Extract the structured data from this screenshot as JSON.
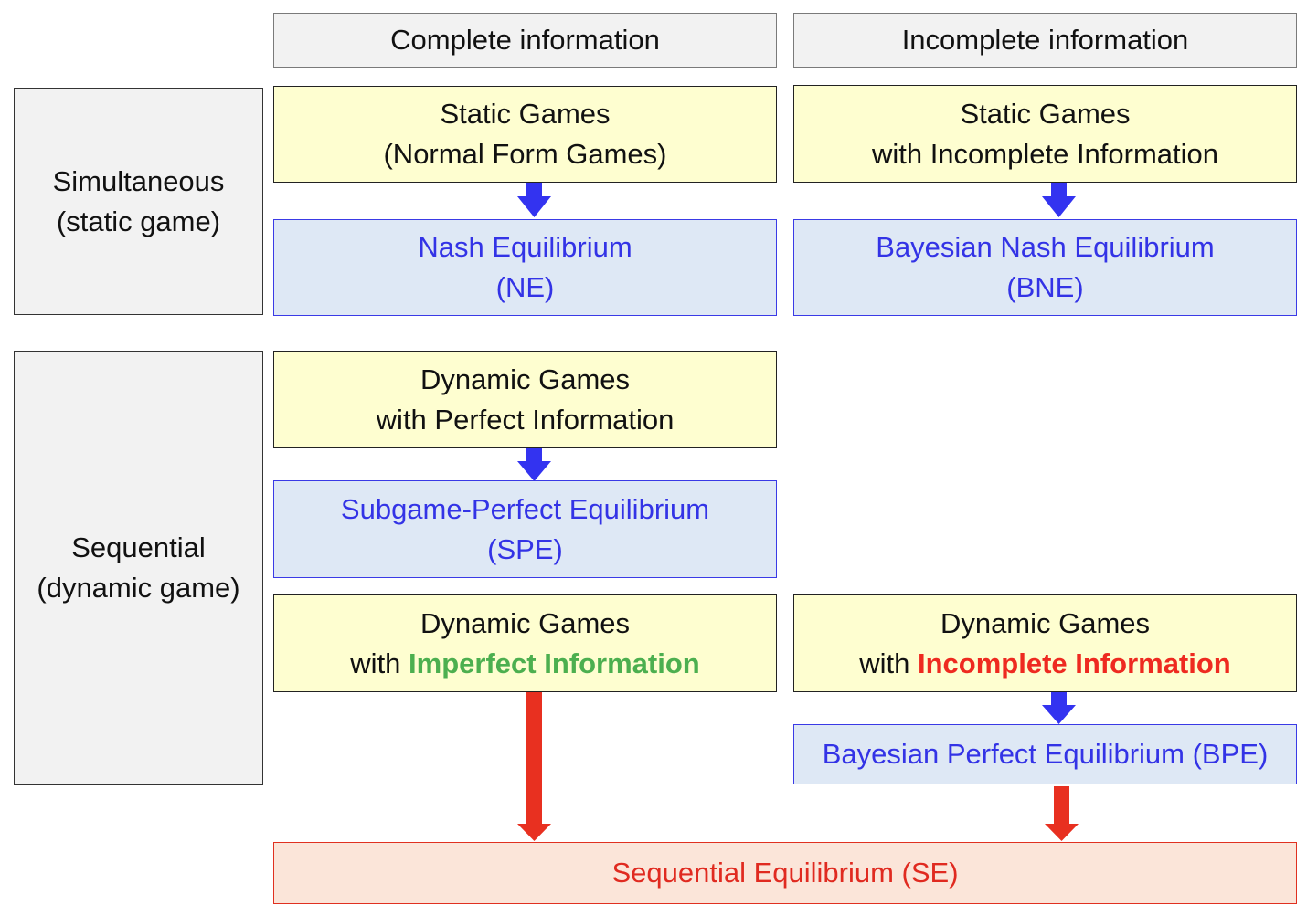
{
  "headers": {
    "complete": "Complete information",
    "incomplete": "Incomplete information"
  },
  "rows": {
    "simultaneous": {
      "line1": "Simultaneous",
      "line2": "(static game)"
    },
    "sequential": {
      "line1": "Sequential",
      "line2": "(dynamic game)"
    }
  },
  "games": {
    "static_complete": {
      "line1": "Static Games",
      "line2": "(Normal Form Games)"
    },
    "static_incomplete": {
      "line1": "Static Games",
      "line2": "with Incomplete Information"
    },
    "dynamic_perfect": {
      "line1": "Dynamic Games",
      "line2": "with Perfect Information"
    },
    "dynamic_imperfect": {
      "line1": "Dynamic Games",
      "prefix": "with ",
      "highlight": "Imperfect Information"
    },
    "dynamic_incomplete": {
      "line1": "Dynamic Games",
      "prefix": "with ",
      "highlight": "Incomplete Information"
    }
  },
  "equilibria": {
    "ne": {
      "line1": "Nash Equilibrium",
      "line2": "(NE)"
    },
    "bne": {
      "line1": "Bayesian Nash Equilibrium",
      "line2": "(BNE)"
    },
    "spe": {
      "line1": "Subgame-Perfect Equilibrium",
      "line2": "(SPE)"
    },
    "bpe": {
      "line1": "Bayesian Perfect Equilibrium (BPE)"
    },
    "se": {
      "line1": "Sequential Equilibrium (SE)"
    }
  },
  "colors": {
    "blue_arrow": "#3333f0",
    "red_arrow": "#e83020",
    "green_text": "#4caf4f",
    "red_text": "#ee2a20"
  }
}
